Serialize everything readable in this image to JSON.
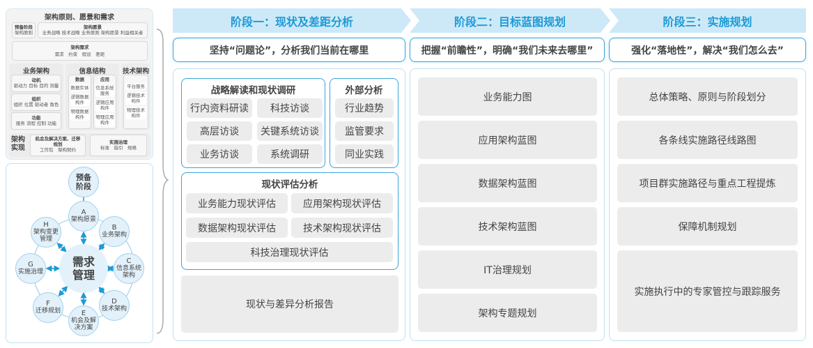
{
  "framework": {
    "title": "架构原则、愿景和需求",
    "prelim": {
      "title": "预备阶段",
      "sub": "架构原则"
    },
    "vision": {
      "title": "架构愿景",
      "sub": "业务战略 技术战略 业务原则 架构愿景 利益相关者"
    },
    "requirements": {
      "title": "架构需求",
      "sub": "需求　约束　假设　差距"
    },
    "business": {
      "title": "业务架构",
      "items": [
        {
          "title": "动机",
          "sub": "驱动力 目标 目的 测量"
        },
        {
          "title": "组织",
          "sub": "组织 位置 驱动者 角色"
        },
        {
          "title": "功能",
          "sub": "服务 流程 控制 功能"
        }
      ]
    },
    "info": {
      "title": "信息结构",
      "data_title": "数据",
      "data_items": [
        "数据实体",
        "逻辑数据构件",
        "物理数据构件"
      ],
      "app_title": "应用",
      "app_items": [
        "信息系统服务",
        "逻辑应用构件",
        "物理应用构件"
      ]
    },
    "tech": {
      "title": "技术架构",
      "items": [
        "平台服务",
        "逻辑技术构件",
        "物理技术构件"
      ]
    },
    "realization": {
      "title": "架构实现",
      "opp_title": "机会及解决方案、迁移规划",
      "opp_sub": "工作包　架构契约",
      "gov_title": "实施治理",
      "gov_sub": "标准　指引　规格"
    }
  },
  "cycle": {
    "center": "需求管理",
    "prelim": "预备阶段",
    "nodes": [
      {
        "letter": "A",
        "label": "架构愿景"
      },
      {
        "letter": "B",
        "label": "业务架构"
      },
      {
        "letter": "C",
        "label": "信息系统架构"
      },
      {
        "letter": "D",
        "label": "技术架构"
      },
      {
        "letter": "E",
        "label": "机会及解决方案"
      },
      {
        "letter": "F",
        "label": "迁移规划"
      },
      {
        "letter": "G",
        "label": "实施治理"
      },
      {
        "letter": "H",
        "label": "架构变更管理"
      }
    ]
  },
  "stages": [
    {
      "title": "阶段一：现状及差距分析",
      "subtitle": "坚持“问题论”，分析我们当前在哪里",
      "research": {
        "title": "战略解读和现状调研",
        "items": [
          "行内资料研读",
          "科技访谈",
          "高层访谈",
          "关键系统访谈",
          "业务访谈",
          "系统调研"
        ]
      },
      "external": {
        "title": "外部分析",
        "items": [
          "行业趋势",
          "监管要求",
          "同业实践"
        ]
      },
      "assessment": {
        "title": "现状评估分析",
        "items": [
          "业务能力现状评估",
          "应用架构现状评估",
          "数据架构现状评估",
          "技术架构现状评估",
          "科技治理现状评估"
        ]
      },
      "report": "现状与差异分析报告"
    },
    {
      "title": "阶段二：目标蓝图规划",
      "subtitle": "把握“前瞻性”，明确“我们未来去哪里”",
      "items": [
        "业务能力图",
        "应用架构蓝图",
        "数据架构蓝图",
        "技术架构蓝图",
        "IT治理规划",
        "架构专题规划"
      ]
    },
    {
      "title": "阶段三：实施规划",
      "subtitle": "强化“落地性”，解决“我们怎么去”",
      "items": [
        "总体策略、原则与阶段划分",
        "各条线实施路径线路图",
        "项目群实施路径与重点工程提炼",
        "保障机制规划",
        "实施执行中的专家管控与跟踪服务"
      ]
    }
  ],
  "colors": {
    "accent": "#1d9ad6",
    "border": "#3aa3d8",
    "header_bg": "#cde9f8",
    "box_gray": "#ececec"
  }
}
